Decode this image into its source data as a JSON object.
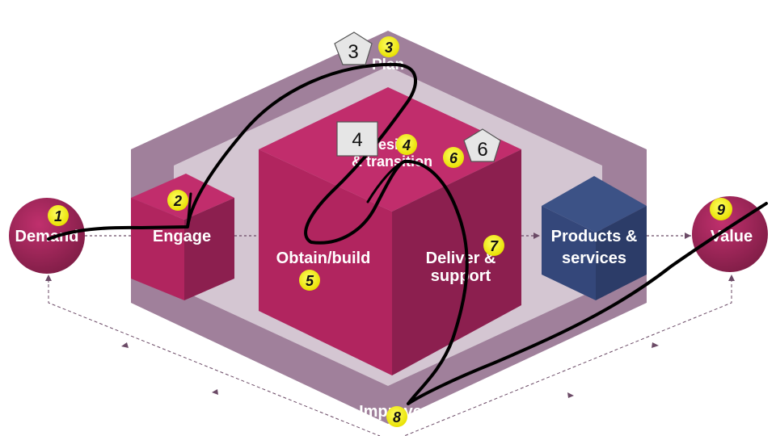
{
  "nodes": {
    "demand": "Demand",
    "engage": "Engage",
    "plan": "Plan",
    "design_transition": [
      "Design",
      "& transition"
    ],
    "obtain_build": "Obtain/build",
    "deliver_support": [
      "Deliver &",
      "support"
    ],
    "products_services": [
      "Products &",
      "services"
    ],
    "value": "Value",
    "improve": "Improve"
  },
  "yellow_markers": [
    "1",
    "2",
    "3",
    "4",
    "5",
    "6",
    "7",
    "8",
    "9"
  ],
  "grey_tags": [
    "3",
    "4",
    "6"
  ],
  "colors": {
    "frame": "#9b7996",
    "frame_inner": "#c2a9bf",
    "cube_front": "#b1255f",
    "cube_right": "#8c1f4f",
    "cube_top": "#c12d6c",
    "products_cube": "#3a4d7e",
    "marker_fill": "#f5ef00",
    "arrow": "#6b4a66",
    "path_stroke": "#000000"
  }
}
